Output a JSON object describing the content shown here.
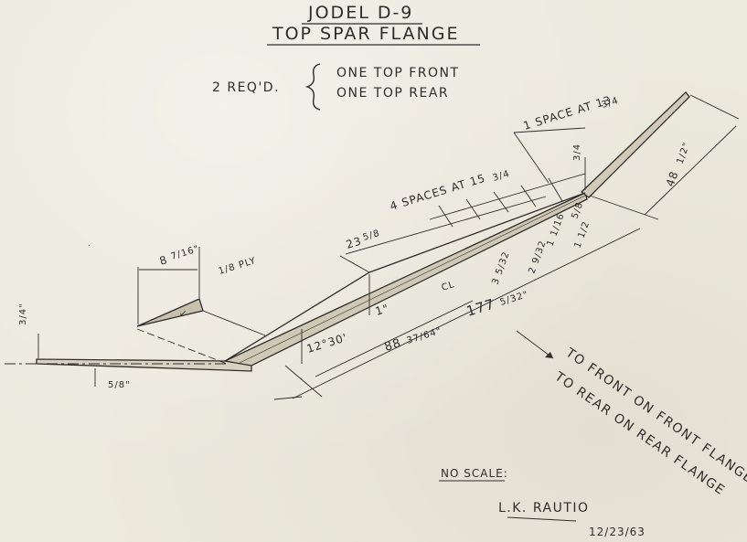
{
  "title": {
    "line1": "JODEL D-9",
    "line2": "TOP SPAR FLANGE"
  },
  "requirement": {
    "qty": "2 REQ'D.",
    "item1": "ONE TOP FRONT",
    "item2": "ONE TOP REAR"
  },
  "dimensions": {
    "space_13": "1 SPACE AT 13",
    "space_13_frac": "3/4",
    "spaces_15": "4 SPACES AT 15",
    "spaces_15_frac": "3/4",
    "d_48": "48",
    "d_48_frac": "1/2\"",
    "d_23": "23",
    "d_23_frac": "5/8",
    "d_177": "177",
    "d_177_frac": "5/32\"",
    "d_88": "88",
    "d_88_frac": "37/64\"",
    "angle": "12°30'",
    "d_1": "1\"",
    "d_8": "8",
    "d_8_frac": "7/16\"",
    "ply": "1/8 PLY",
    "d_5_8": "5/8\"",
    "d_3_4": "3/4\"",
    "d_3_4_b": "3/4",
    "d_5_8_b": "5/8",
    "d_1_11_16": "1 1/16",
    "d_1_1_2": "1 1/2",
    "d_2_9_32": "2 9/32",
    "d_3_5_32": "3 5/32",
    "cl": "CL"
  },
  "notes": {
    "front": "TO FRONT ON FRONT FLANGE",
    "rear": "TO REAR ON REAR FLANGE",
    "scale": "NO SCALE:",
    "author": "L.K. RAUTIO",
    "date": "12/23/63"
  }
}
